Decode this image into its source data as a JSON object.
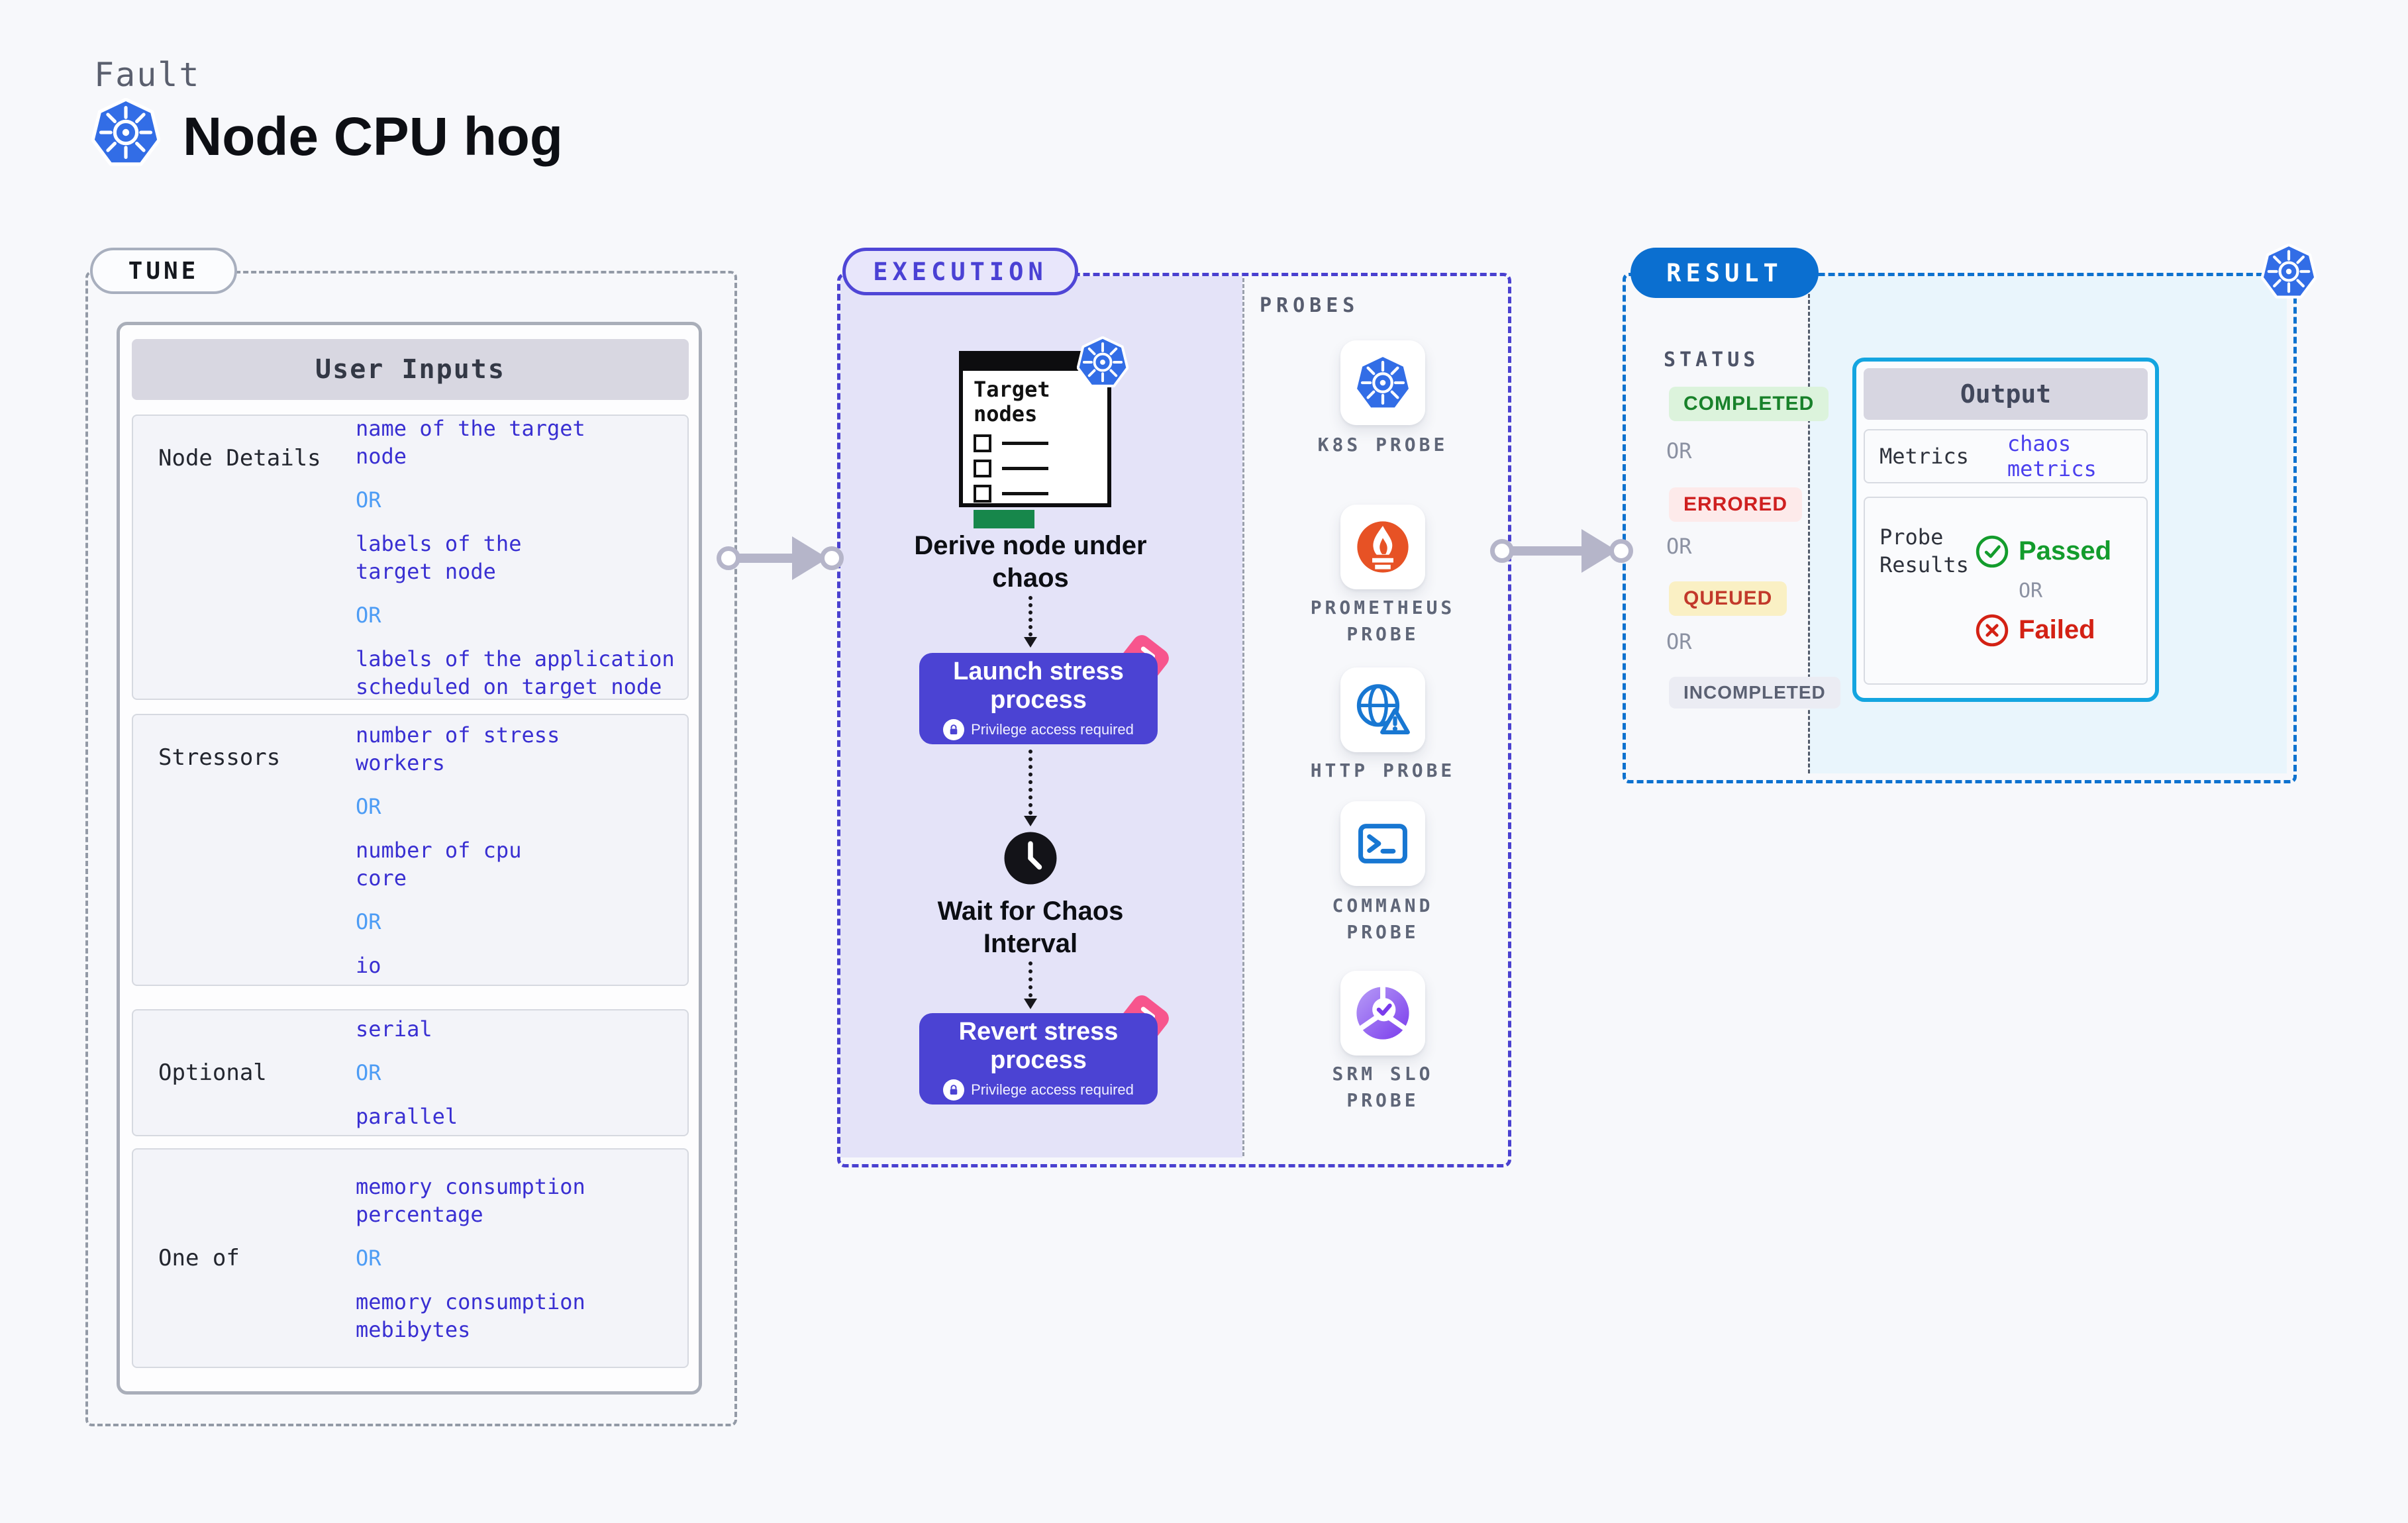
{
  "header": {
    "kicker": "Fault",
    "title": "Node CPU hog"
  },
  "tune": {
    "badge": "TUNE",
    "table_title": "User Inputs",
    "or_label": "OR",
    "rows": [
      {
        "label": "Node Details",
        "parts": [
          {
            "text": "name of the target\nnode"
          },
          {
            "text": "labels of the\ntarget node"
          },
          {
            "text": "labels of the application\nscheduled on target node"
          }
        ]
      },
      {
        "label": "Stressors",
        "parts": [
          {
            "text": "number of stress\nworkers"
          },
          {
            "text": "number of cpu\ncore"
          },
          {
            "text": "io"
          }
        ]
      },
      {
        "label": "Optional",
        "parts": [
          {
            "text": "serial"
          },
          {
            "text": "parallel"
          }
        ]
      },
      {
        "label": "One of",
        "parts": [
          {
            "text": "memory consumption\npercentage"
          },
          {
            "text": "memory consumption\nmebibytes"
          }
        ]
      }
    ]
  },
  "execution": {
    "badge": "EXECUTION",
    "probes_title": "PROBES",
    "flow": {
      "target_card_title": "Target\nnodes",
      "derive_label": "Derive node under\nchaos",
      "launch": {
        "title": "Launch stress\nprocess",
        "subtitle": "Privilege access required"
      },
      "wait_label": "Wait for Chaos\nInterval",
      "revert": {
        "title": "Revert stress\nprocess",
        "subtitle": "Privilege access required"
      }
    },
    "probes": [
      {
        "name": "K8S PROBE",
        "icon": "kubernetes-icon"
      },
      {
        "name": "PROMETHEUS\nPROBE",
        "icon": "prometheus-icon"
      },
      {
        "name": "HTTP PROBE",
        "icon": "globe-warning-icon"
      },
      {
        "name": "COMMAND\nPROBE",
        "icon": "terminal-icon"
      },
      {
        "name": "SRM SLO\nPROBE",
        "icon": "slo-gauge-check-icon"
      }
    ]
  },
  "result": {
    "badge": "RESULT",
    "status_title": "STATUS",
    "or_label": "OR",
    "statuses": [
      {
        "label": "COMPLETED",
        "type": "success"
      },
      {
        "label": "ERRORED",
        "type": "error"
      },
      {
        "label": "QUEUED",
        "type": "warning"
      },
      {
        "label": "INCOMPLETED",
        "type": "neutral"
      }
    ],
    "output": {
      "title": "Output",
      "metrics_label": "Metrics",
      "metrics_value": "chaos metrics",
      "probe_results_label": "Probe\nResults",
      "passed": "Passed",
      "failed": "Failed"
    }
  },
  "colors": {
    "accent_indigo": "#4b43d3",
    "accent_blue": "#0b6fd0",
    "k8s_blue": "#326de6",
    "lavender_panel": "#e4e3f8",
    "cyan_panel": "#e9f5fc",
    "value_blue": "#392fd2",
    "or_blue": "#4d9cf5",
    "success_green": "#139c2c",
    "error_red": "#d32114",
    "queued_bg": "#faf0c4",
    "pink_ribbon": "#f7558d",
    "arrow_gray": "#b5b5c9",
    "output_border": "#14a5e0"
  }
}
